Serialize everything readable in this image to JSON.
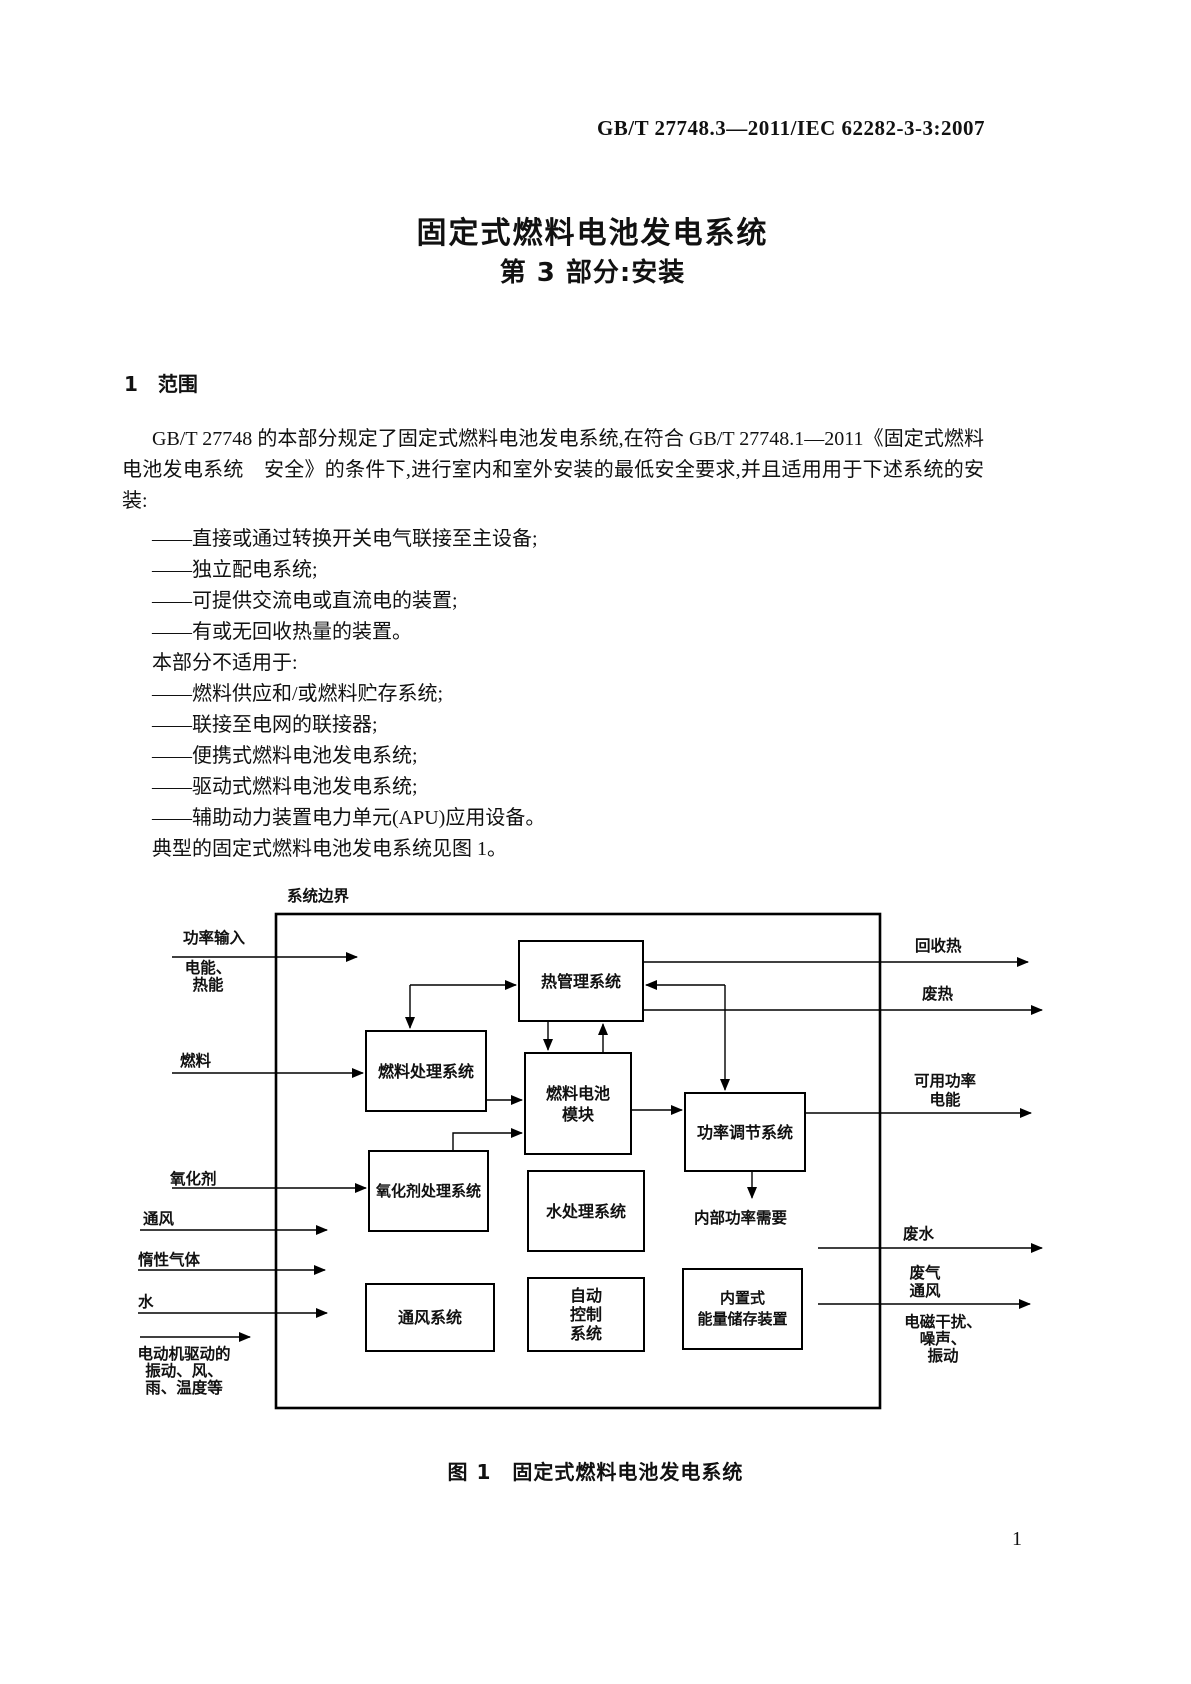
{
  "header": {
    "standard_number": "GB/T 27748.3—2011/IEC 62282-3-3:2007"
  },
  "title": {
    "line1": "固定式燃料电池发电系统",
    "line2": "第 3 部分:安装"
  },
  "section": {
    "heading": "1　范围"
  },
  "body": {
    "paragraph1": "GB/T 27748 的本部分规定了固定式燃料电池发电系统,在符合 GB/T 27748.1—2011《固定式燃料电池发电系统　安全》的条件下,进行室内和室外安装的最低安全要求,并且适用用于下述系统的安装:",
    "scope_items": [
      "——直接或通过转换开关电气联接至主设备;",
      "——独立配电系统;",
      "——可提供交流电或直流电的装置;",
      "——有或无回收热量的装置。"
    ],
    "paragraph2": "本部分不适用于:",
    "excluded_items": [
      "——燃料供应和/或燃料贮存系统;",
      "——联接至电网的联接器;",
      "——便携式燃料电池发电系统;",
      "——驱动式燃料电池发电系统;",
      "——辅助动力装置电力单元(APU)应用设备。"
    ],
    "paragraph3": "典型的固定式燃料电池发电系统见图 1。"
  },
  "figure": {
    "system_boundary_label": "系统边界",
    "boxes": {
      "thermal_management": "热管理系统",
      "fuel_processing": "燃料处理系统",
      "fuel_cell_module_line1": "燃料电池",
      "fuel_cell_module_line2": "模块",
      "power_conditioning": "功率调节系统",
      "oxidant_processing": "氧化剂处理系统",
      "water_treatment": "水处理系统",
      "ventilation_system": "通风系统",
      "auto_control_line1": "自动",
      "auto_control_line2": "控制",
      "auto_control_line3": "系统",
      "energy_storage_line1": "内置式",
      "energy_storage_line2": "能量储存装置"
    },
    "inputs": {
      "power_input": "功率输入",
      "power_input_sub1": "电能、",
      "power_input_sub2": "热能",
      "fuel": "燃料",
      "oxidant": "氧化剂",
      "ventilation": "通风",
      "inert_gas": "惰性气体",
      "water": "水",
      "motor_line1": "电动机驱动的",
      "motor_line2": "振动、风、",
      "motor_line3": "雨、温度等"
    },
    "outputs": {
      "recovered_heat": "回收热",
      "waste_heat": "废热",
      "available_power_line1": "可用功率",
      "available_power_line2": "电能",
      "internal_power": "内部功率需要",
      "waste_water": "废水",
      "exhaust_line1": "废气",
      "exhaust_line2": "通风",
      "emi_line1": "电磁干扰、",
      "emi_line2": "噪声、",
      "emi_line3": "振动"
    },
    "caption": "图 1　固定式燃料电池发电系统"
  },
  "footer": {
    "page_number": "1"
  }
}
